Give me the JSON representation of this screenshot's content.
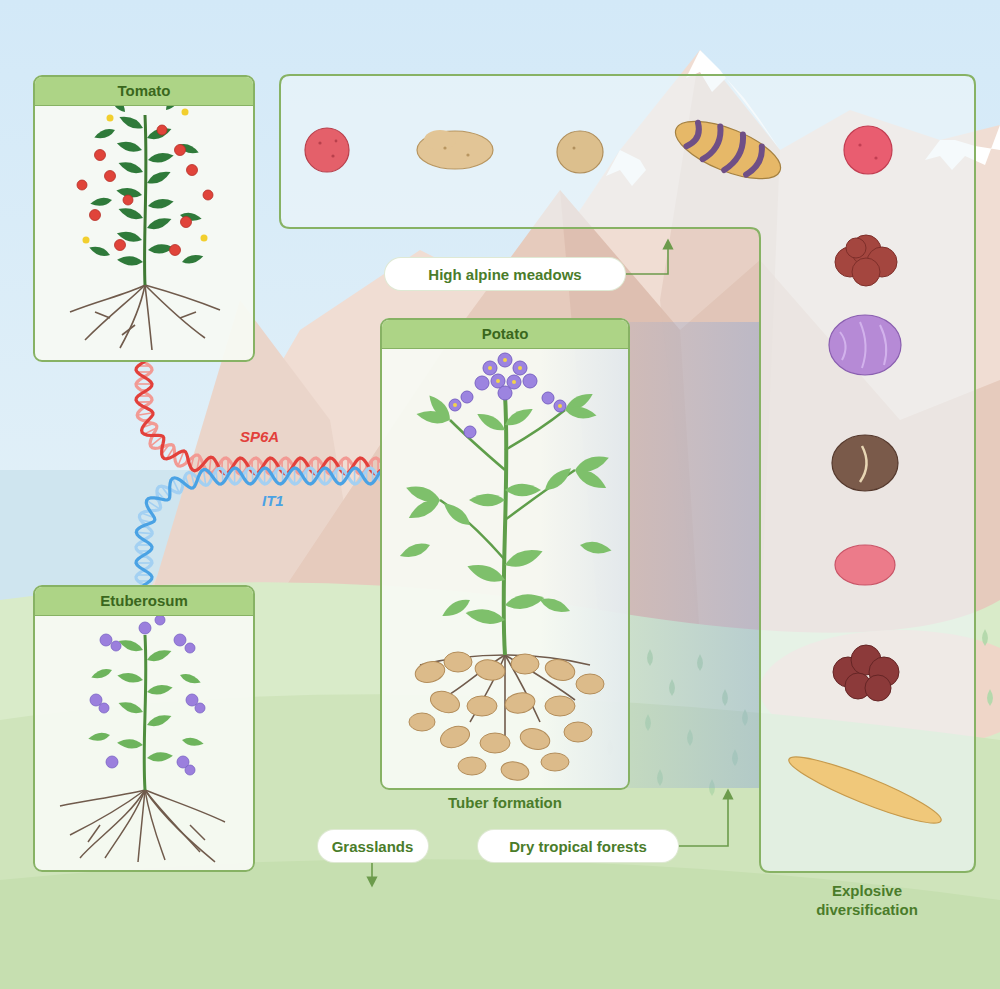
{
  "diagram": {
    "nodes": [
      {
        "text": [
          "Tomato"
        ]
      },
      {
        "text": [
          "Explosive diversification"
        ]
      },
      {
        "text": [
          "High alpine meadows"
        ]
      },
      {
        "text": [
          "Potato"
        ]
      },
      {
        "text": [
          "Etuberosum"
        ]
      },
      {
        "text": [
          "Grasslands"
        ]
      },
      {
        "text": [
          "Dry tropical forests"
        ]
      }
    ],
    "edges": [
      {
        "from": 0,
        "to": 3,
        "label": "SP6A",
        "arrow": "none"
      },
      {
        "from": 4,
        "to": 3,
        "label": "IT1",
        "arrow": "none"
      }
    ],
    "labels": [
      "Tuber formation"
    ]
  }
}
